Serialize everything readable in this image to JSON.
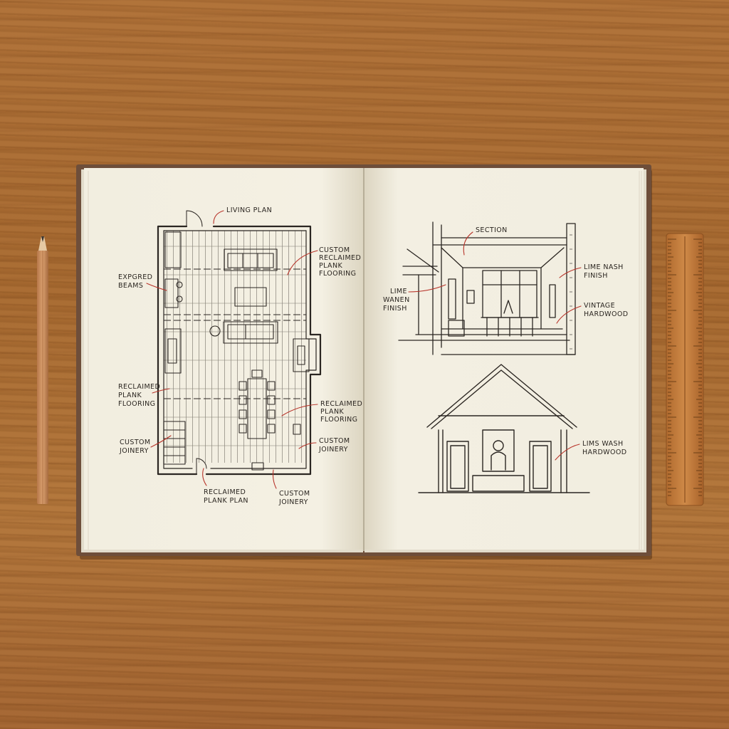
{
  "left_page": {
    "title": "LIVING PLAN",
    "labels": {
      "exposed_beams": [
        "EXPGRED",
        "BEAMS"
      ],
      "custom_reclaimed": [
        "CUSTOM",
        "RECLAIMED",
        "PLANK",
        "FLOORING"
      ],
      "reclaimed_left": [
        "RECLAIMED",
        "PLANK",
        "FLOORING"
      ],
      "reclaimed_right": [
        "RECLAIMED",
        "PLANK",
        "FLOORING"
      ],
      "custom_joinery_left": [
        "CUSTOM",
        "JOINERY"
      ],
      "custom_joinery_right": [
        "CUSTOM",
        "JOINERY"
      ],
      "reclaimed_plank_plan": [
        "RECLAIMED",
        "PLANK PLAN"
      ],
      "custom_joinery_bottom": [
        "CUSTOM",
        "JOINERY"
      ]
    }
  },
  "right_page": {
    "section_title": "SECTION",
    "labels": {
      "lime_wanen": [
        "LIME",
        "WANEN",
        "FINISH"
      ],
      "lime_nash": [
        "LIME NASH",
        "FINISH"
      ],
      "vintage_hardwood": [
        "VINTAGE",
        "HARDWOOD"
      ],
      "lims_wash": [
        "LIMS WASH",
        "HARDWOOD"
      ]
    }
  },
  "colors": {
    "desk": "#a86a32",
    "paper": "#f3efe1",
    "ink": "#2b2622",
    "annotation_red": "#b8342a",
    "cover": "#6e4e3a",
    "pencil": "#c98a58",
    "ruler": "#c27a3a"
  }
}
